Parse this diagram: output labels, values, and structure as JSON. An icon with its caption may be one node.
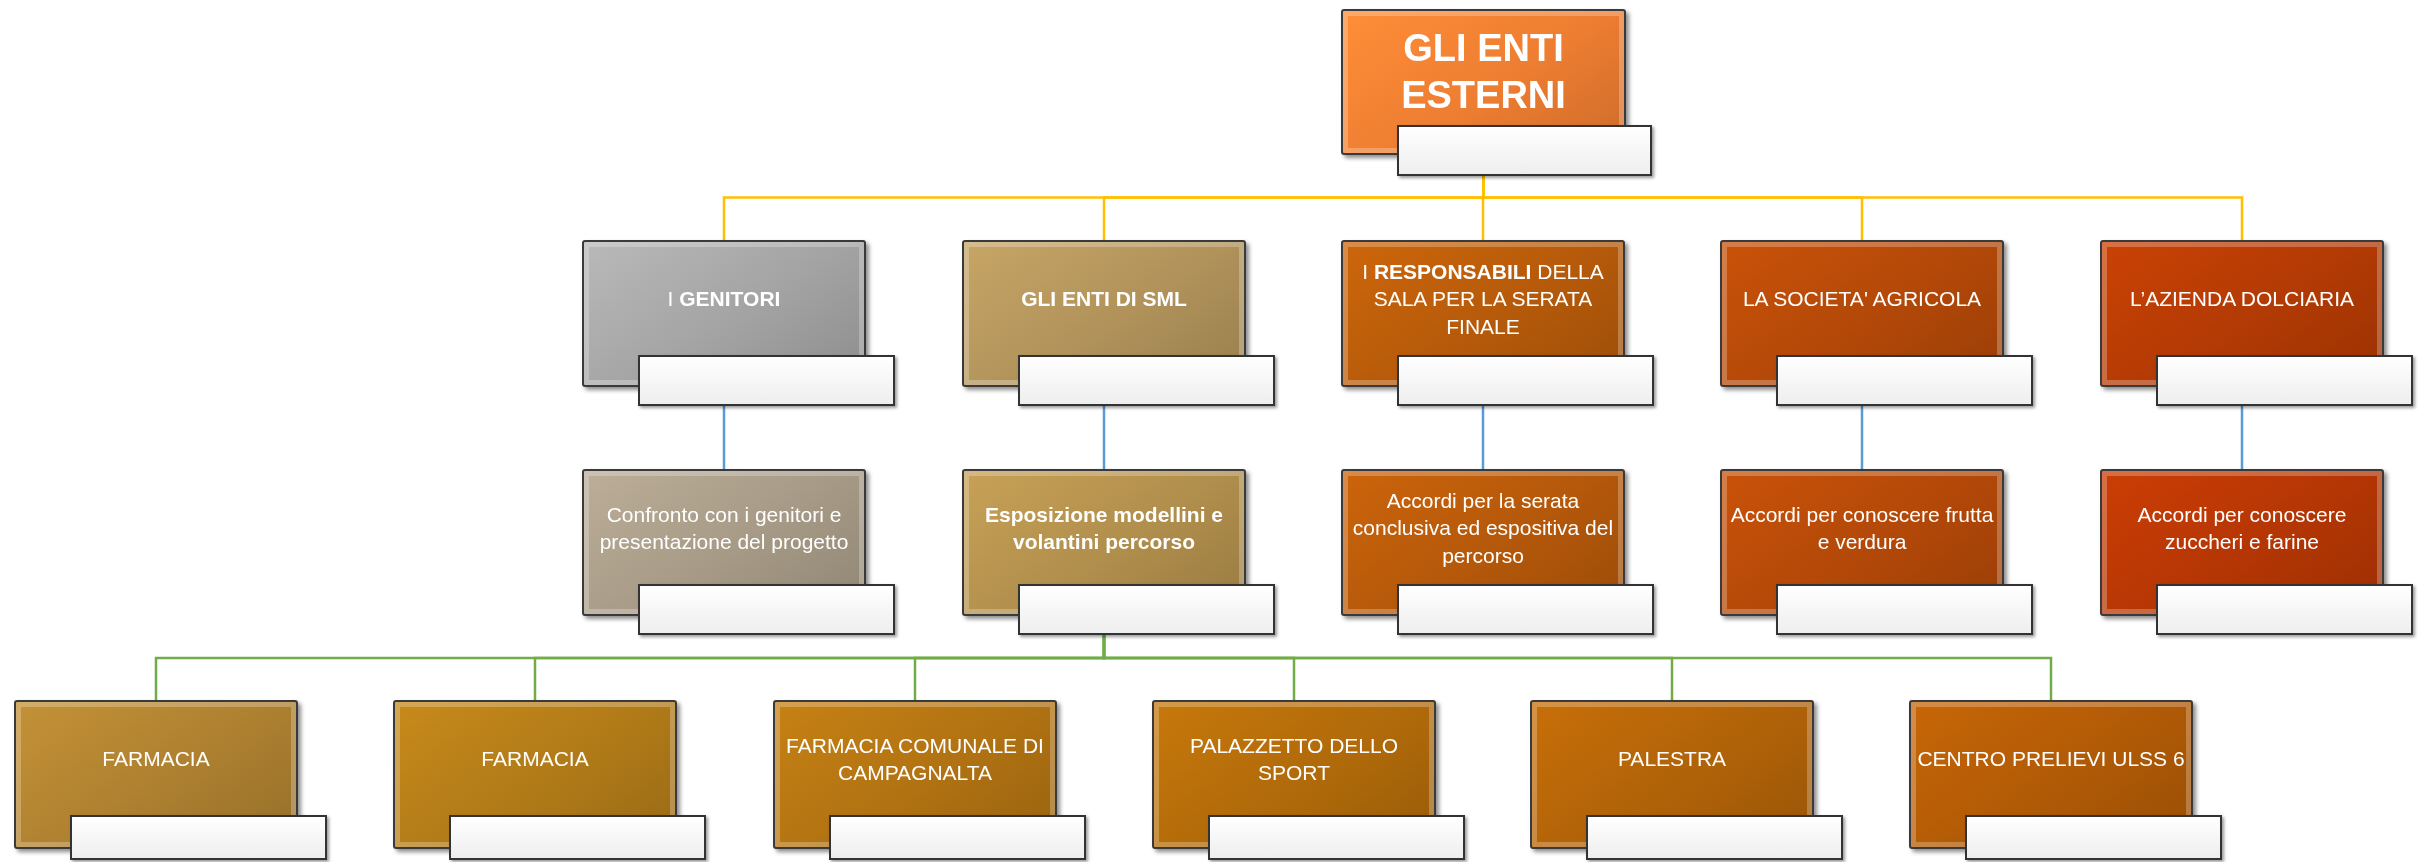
{
  "diagram": {
    "nodes": [
      {
        "text": [
          "GLI ENTI ESTERNI"
        ]
      },
      {
        "text": [
          "I **GENITORI**"
        ]
      },
      {
        "text": [
          "GLI ENTI DI SML"
        ]
      },
      {
        "text": [
          "I **RESPONSABILI** DELLA SALA PER LA SERATA FINALE"
        ]
      },
      {
        "text": [
          "LA SOCIETA' AGRICOLA"
        ]
      },
      {
        "text": [
          "L’AZIENDA DOLCIARIA"
        ]
      },
      {
        "text": [
          "Confronto con i genitori e presentazione del progetto"
        ]
      },
      {
        "text": [
          "Esposizione modellini e volantini percorso"
        ]
      },
      {
        "text": [
          "Accordi per la serata conclusiva ed espositiva del percorso"
        ]
      },
      {
        "text": [
          "Accordi per conoscere frutta e verdura"
        ]
      },
      {
        "text": [
          "Accordi per conoscere zuccheri e farine"
        ]
      },
      {
        "text": [
          "FARMACIA"
        ]
      },
      {
        "text": [
          "FARMACIA"
        ]
      },
      {
        "text": [
          "FARMACIA COMUNALE DI CAMPAGNALTA"
        ]
      },
      {
        "text": [
          "PALAZZETTO DELLO SPORT"
        ]
      },
      {
        "text": [
          "PALESTRA"
        ]
      },
      {
        "text": [
          "CENTRO PRELIEVI ULSS 6"
        ]
      }
    ],
    "edges": [
      {
        "from": 0,
        "to": 1,
        "arrow": "none",
        "color": "#ffc000"
      },
      {
        "from": 0,
        "to": 2,
        "arrow": "none",
        "color": "#ffc000"
      },
      {
        "from": 0,
        "to": 3,
        "arrow": "none",
        "color": "#ffc000"
      },
      {
        "from": 0,
        "to": 4,
        "arrow": "none",
        "color": "#ffc000"
      },
      {
        "from": 0,
        "to": 5,
        "arrow": "none",
        "color": "#ffc000"
      },
      {
        "from": 1,
        "to": 6,
        "arrow": "none",
        "color": "#5b9bd5"
      },
      {
        "from": 2,
        "to": 7,
        "arrow": "none",
        "color": "#5b9bd5"
      },
      {
        "from": 3,
        "to": 8,
        "arrow": "none",
        "color": "#5b9bd5"
      },
      {
        "from": 4,
        "to": 9,
        "arrow": "none",
        "color": "#5b9bd5"
      },
      {
        "from": 5,
        "to": 10,
        "arrow": "none",
        "color": "#5b9bd5"
      },
      {
        "from": 7,
        "to": 11,
        "arrow": "none",
        "color": "#70ad47"
      },
      {
        "from": 7,
        "to": 12,
        "arrow": "none",
        "color": "#70ad47"
      },
      {
        "from": 7,
        "to": 13,
        "arrow": "none",
        "color": "#70ad47"
      },
      {
        "from": 7,
        "to": 14,
        "arrow": "none",
        "color": "#70ad47"
      },
      {
        "from": 7,
        "to": 15,
        "arrow": "none",
        "color": "#70ad47"
      },
      {
        "from": 7,
        "to": 16,
        "arrow": "none",
        "color": "#70ad47"
      }
    ]
  }
}
